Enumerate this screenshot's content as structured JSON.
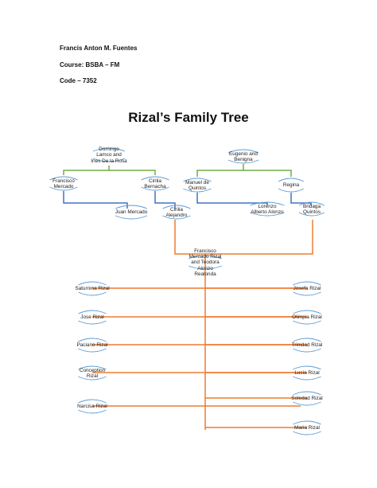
{
  "header": {
    "author": "Francis Anton M. Fuentes",
    "course": "Course: BSBA – FM",
    "code": "Code – 7352"
  },
  "title": "Rizal’s Family Tree",
  "colors": {
    "green": "#70ad47",
    "blue": "#4472c4",
    "orange": "#ed7d31",
    "node": "#5b9bd5"
  },
  "nodes": {
    "domingo": "Domingo\nLamco and\nInes De la Rosa",
    "francisco_mercado": "Francisco\nMercado",
    "cirilia_bernacha": "Cirilia\nBernacha",
    "juan_mercado": "Juan Mercado",
    "cirilia_alejandro": "Cirilia\nAlejandro",
    "eugenio": "Eugenio and\nBenigna",
    "manuel": "Manuel de\nQuintos",
    "regina": "Regina",
    "lorenzo": "Lorenzo\nAlberto Alonzo",
    "bridaga": "Bridaga\nQuintos",
    "parents": "Francisco\nMercado Rizal\nand Teodora\nAlonzo\nRealonda"
  },
  "children_left": [
    "Saturnina Rizal",
    "Jose Rizal",
    "Paciano Rizal",
    "Conception\nRizal",
    "Narcisa Rizal"
  ],
  "children_right": [
    "Josefa Rizal",
    "Olimpia Rizal",
    "Trinidad Rizal",
    "Lucia Rizal",
    "Soledad Rizal",
    "Maria Rizal"
  ]
}
